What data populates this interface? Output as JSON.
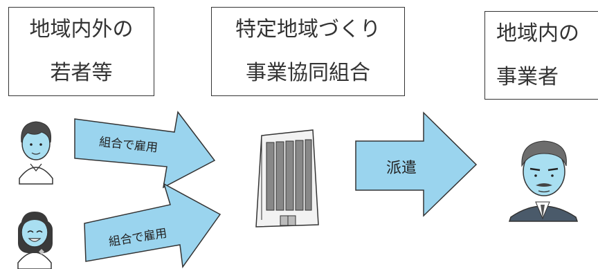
{
  "boxes": {
    "left": {
      "line1": "地域内外の",
      "line2": "若者等"
    },
    "center": {
      "line1": "特定地域づくり",
      "line2": "事業協同組合"
    },
    "right": {
      "line1": "地域内の",
      "line2": "事業者"
    }
  },
  "arrows": {
    "top_label": "組合で雇用",
    "bottom_label": "組合で雇用",
    "dispatch_label": "派遣"
  },
  "colors": {
    "arrow_fill": "#9ad4ee",
    "arrow_stroke": "#333333",
    "box_border": "#333333",
    "person_face": "#a9dff1"
  },
  "icons": [
    "young-man-icon",
    "young-woman-icon",
    "office-building-icon",
    "business-owner-icon"
  ]
}
